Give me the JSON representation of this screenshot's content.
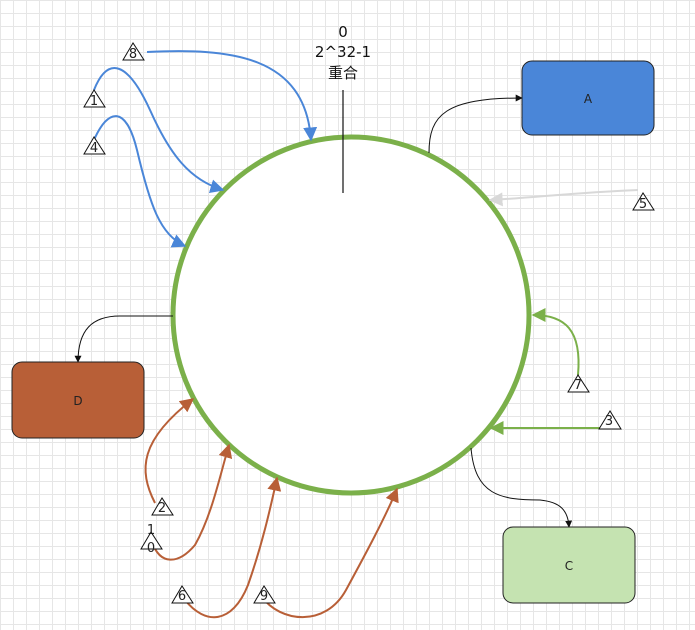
{
  "top_label": {
    "line1": "0",
    "line2": "2^32-1",
    "line3": "重合"
  },
  "servers": {
    "a": {
      "label": "A",
      "fill": "#4a86d8"
    },
    "c": {
      "label": "C",
      "fill": "#c5e3b1"
    },
    "d": {
      "label": "D",
      "fill": "#b85f37"
    }
  },
  "markers": {
    "m1": "1",
    "m2": "2",
    "m3": "3",
    "m4": "4",
    "m5": "5",
    "m6": "6",
    "m7": "7",
    "m8": "8",
    "m9": "9",
    "m10": "1\n0"
  },
  "colors": {
    "ring": "#7bb04a",
    "blue_arrow": "#4a86d8",
    "green_arrow": "#7bb04a",
    "orange_arrow": "#b85f37",
    "grey_arrow": "#d8d8d8"
  }
}
